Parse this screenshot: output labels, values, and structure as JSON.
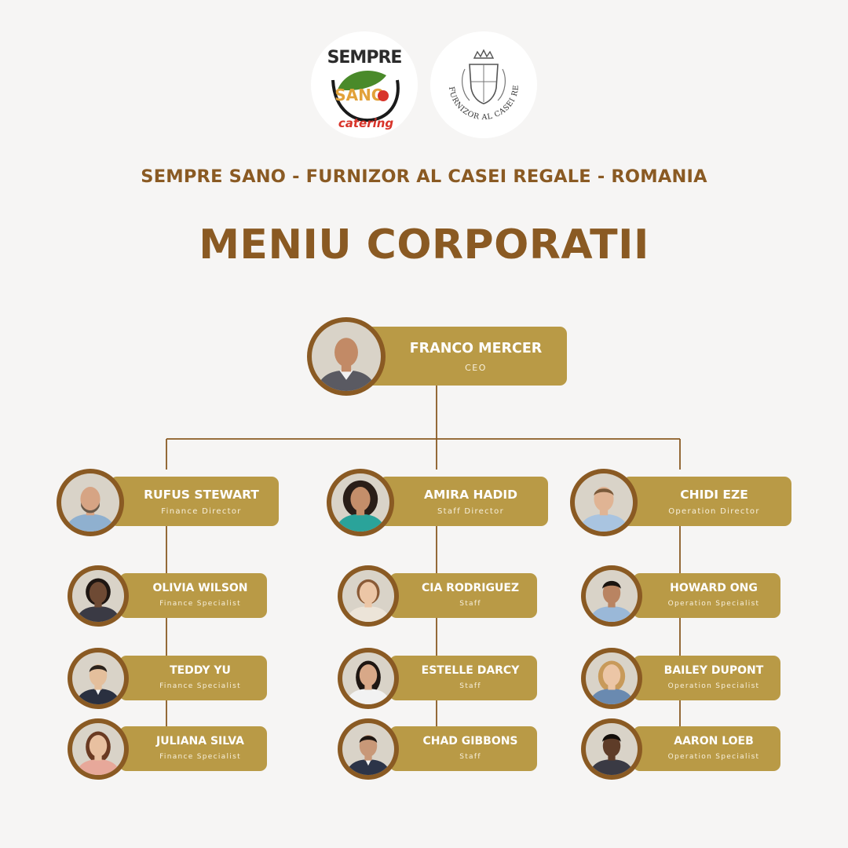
{
  "header": {
    "subtitle": "SEMPRE SANO - FURNIZOR AL CASEI REGALE - ROMANIA",
    "title": "MENIU CORPORATII",
    "logos": [
      {
        "name": "sempre-sano-catering-logo",
        "text_top": "SEMPRE",
        "text_mid": "SANO",
        "text_bottom": "catering"
      },
      {
        "name": "royal-warrant-seal",
        "text": "FURNIZOR AL CASEI REGALE A ROMÂNIEI"
      }
    ]
  },
  "colors": {
    "accent": "#8a5a23",
    "card": "#b99a46",
    "background": "#f6f5f4"
  },
  "org": {
    "ceo": {
      "name": "FRANCO MERCER",
      "role": "CEO"
    },
    "directors": [
      {
        "name": "RUFUS STEWART",
        "role": "Finance Director"
      },
      {
        "name": "AMIRA HADID",
        "role": "Staff Director"
      },
      {
        "name": "CHIDI EZE",
        "role": "Operation Director"
      }
    ],
    "teams": [
      [
        {
          "name": "OLIVIA WILSON",
          "role": "Finance Specialist"
        },
        {
          "name": "TEDDY YU",
          "role": "Finance Specialist"
        },
        {
          "name": "JULIANA SILVA",
          "role": "Finance Specialist"
        }
      ],
      [
        {
          "name": "CIA RODRIGUEZ",
          "role": "Staff"
        },
        {
          "name": "ESTELLE DARCY",
          "role": "Staff"
        },
        {
          "name": "CHAD GIBBONS",
          "role": "Staff"
        }
      ],
      [
        {
          "name": "HOWARD ONG",
          "role": "Operation Specialist"
        },
        {
          "name": "BAILEY DUPONT",
          "role": "Operation Specialist"
        },
        {
          "name": "AARON LOEB",
          "role": "Operation Specialist"
        }
      ]
    ]
  }
}
